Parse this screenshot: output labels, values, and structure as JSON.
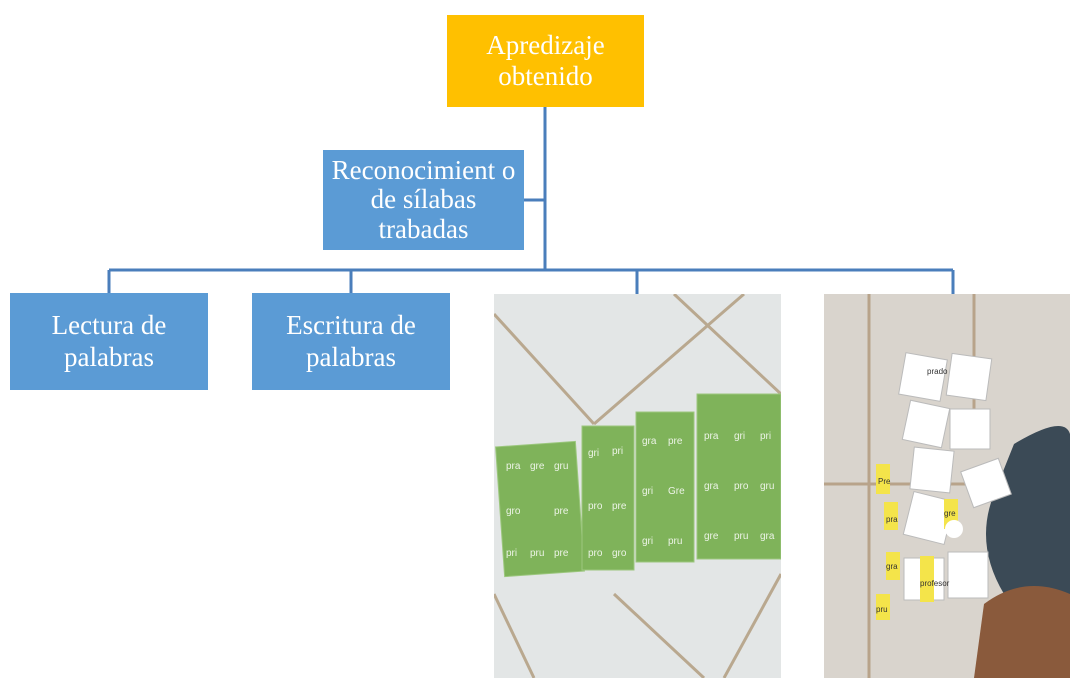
{
  "root": {
    "label": "Apredizaje obtenido",
    "color": "#ffc000"
  },
  "assistant": {
    "label": "Reconocimient o de sílabas trabadas",
    "color": "#5b9bd5"
  },
  "children": [
    {
      "label": "Lectura de palabras"
    },
    {
      "label": "Escritura de palabras"
    }
  ],
  "photos": [
    {
      "description_icon": "syllable-cards-photo",
      "cards": [
        [
          "pra",
          "gre",
          "gru"
        ],
        [
          "gro",
          "pre",
          ""
        ],
        [
          "pri",
          "pru",
          "pre"
        ],
        [
          "gri",
          "pri",
          ""
        ],
        [
          "pro",
          "pre",
          ""
        ],
        [
          "pro",
          "gro",
          ""
        ],
        [
          "gra",
          "pre",
          ""
        ],
        [
          "gri",
          "Gre",
          ""
        ],
        [
          "gri",
          "pru",
          ""
        ],
        [
          "pra",
          "gri",
          "pri"
        ],
        [
          "gra",
          "pro",
          "gru"
        ],
        [
          "gre",
          "pru",
          "gra"
        ]
      ]
    },
    {
      "description_icon": "child-word-cards-photo",
      "labels": [
        "prado",
        "Pre",
        "gre",
        "pra",
        "gra",
        "profesor",
        "pru"
      ]
    }
  ],
  "colors": {
    "connector": "#4a7ebb",
    "box": "#5b9bd5",
    "root": "#ffc000"
  }
}
